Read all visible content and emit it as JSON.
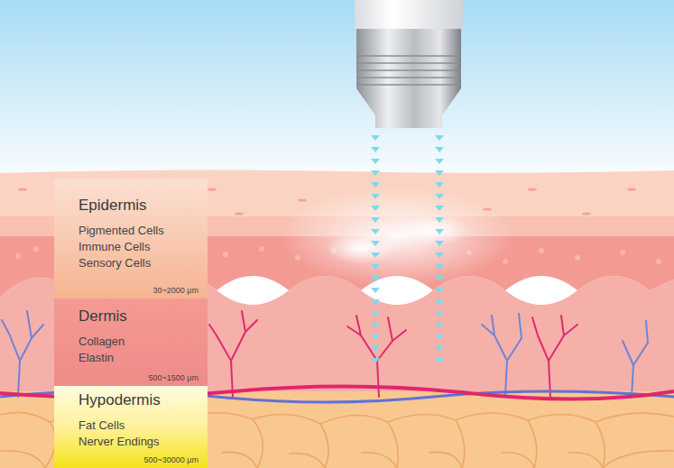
{
  "diagram": {
    "nodes": [
      {
        "text": [
          "Epidermis",
          "Pigmented Cells",
          "Immune Cells",
          "Sensory Cells",
          "30~2000 μm"
        ]
      },
      {
        "text": [
          "Dermis",
          "Collagen",
          "Elastin",
          "500~1500 μm"
        ]
      },
      {
        "text": [
          "Hypodermis",
          "Fat Cells",
          "Nerver Endings",
          "500~30000 μm"
        ]
      }
    ]
  }
}
